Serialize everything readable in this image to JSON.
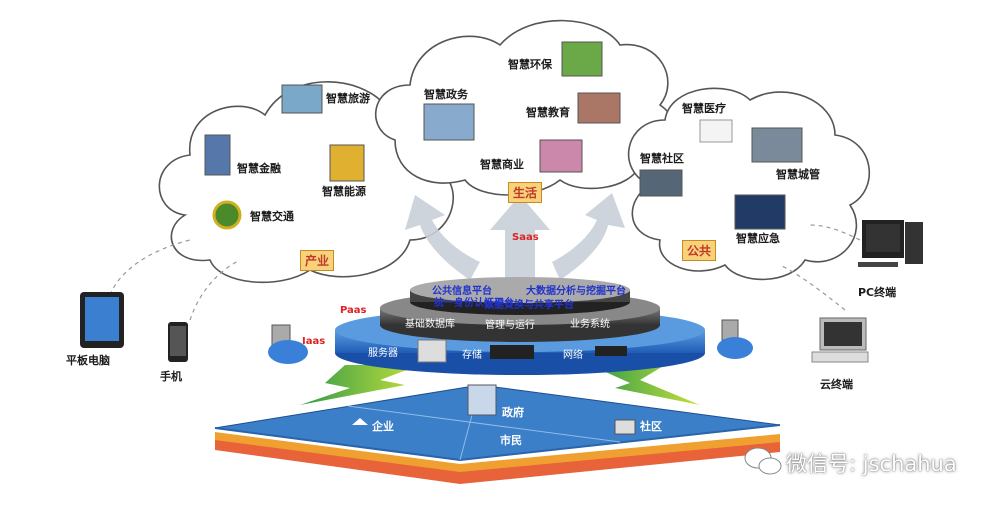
{
  "industry_cloud": {
    "items": [
      "智慧旅游",
      "智慧金融",
      "智慧能源",
      "智慧交通"
    ],
    "tag": "产业"
  },
  "life_cloud": {
    "items": [
      "智慧环保",
      "智慧政务",
      "智慧教育",
      "智慧商业"
    ],
    "tag": "生活"
  },
  "public_cloud": {
    "items": [
      "智慧医疗",
      "智慧社区",
      "智慧城管",
      "智慧应急"
    ],
    "tag": "公共"
  },
  "layers": {
    "saas": "Saas",
    "paas": "Paas",
    "iaas": "Iaas",
    "platforms": [
      "公共信息平台",
      "大数据分析与挖掘平台",
      "统一身份认证平台",
      "数据交换与共享平台"
    ],
    "services": [
      "基础数据库",
      "管理与运行",
      "业务系统"
    ],
    "infra": [
      "服务器",
      "存储",
      "网络"
    ]
  },
  "ground": [
    "企业",
    "政府",
    "市民",
    "社区"
  ],
  "devices": [
    "平板电脑",
    "手机",
    "PC终端",
    "云终端"
  ],
  "watermark": "微信号: jschahua"
}
